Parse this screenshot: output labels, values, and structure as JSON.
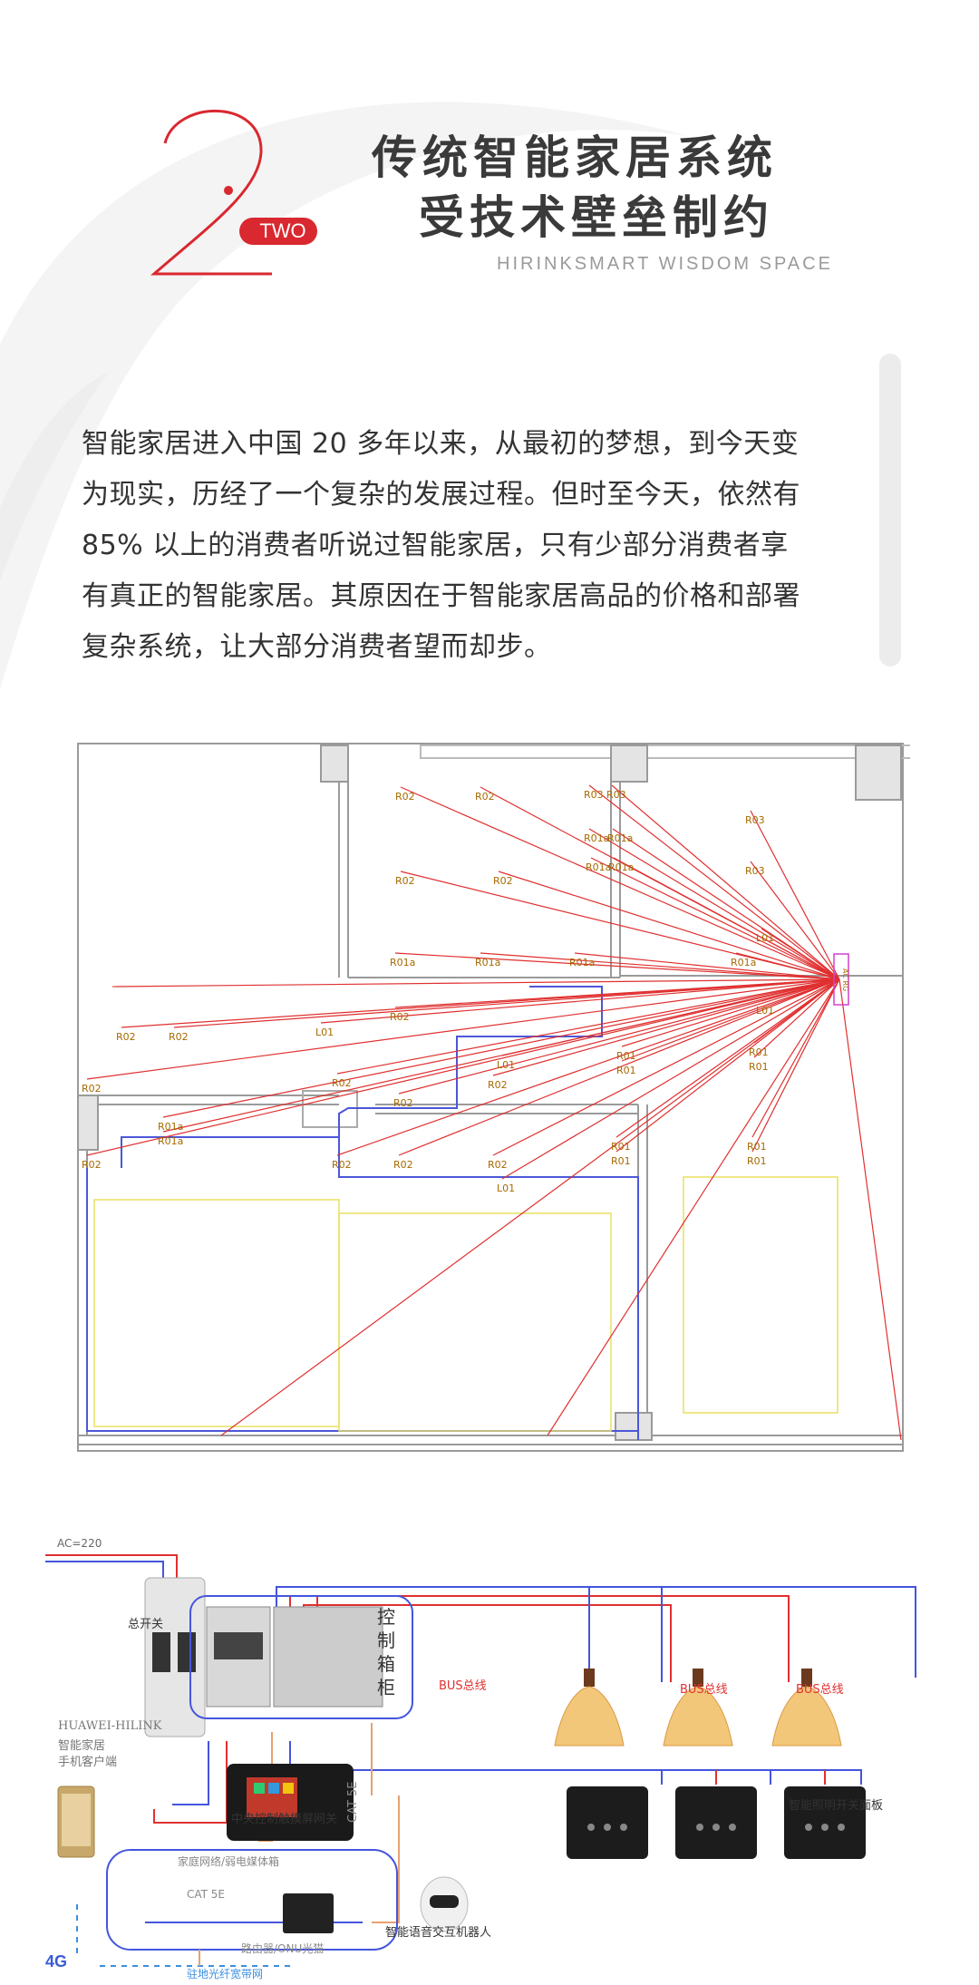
{
  "header": {
    "number": "2",
    "number_badge": "TWO",
    "title_line1": "传统智能家居系统",
    "title_line2": "受技术壁垒制约",
    "subtitle": "HIRINKSMART WISDOM SPACE"
  },
  "intro": {
    "paragraph": "智能家居进入中国 20 多年以来，从最初的梦想，到今天变为现实，历经了一个复杂的发展过程。但时至今天，依然有 85% 以上的消费者听说过智能家居，只有少部分消费者享有真正的智能家居。其原因在于智能家居高品的价格和部署复杂系统，让大部分消费者望而却步。"
  },
  "floorplan": {
    "labels": {
      "r02": "R02",
      "r01": "R01",
      "r01a": "R01a",
      "r03": "R03",
      "l01": "L01",
      "panel": "AC RG"
    },
    "colors": {
      "wire": "#e03030",
      "bus": "#4455dd",
      "label": "#a66a00",
      "wall": "#999999"
    }
  },
  "wiring": {
    "ac_label": "AC=220",
    "main_switch": "总开关",
    "cabinet_label": "控制箱柜",
    "bus_label": "BUS总线",
    "phone_label_line1": "HUAWEI-HILINK",
    "phone_label_line2": "智能家居",
    "phone_label_line3": "手机客户端",
    "gateway_label": "中央控制触摸屏网关",
    "cat5e_vertical": "CAT 5E",
    "home_network_label": "家庭网络/弱电媒体箱",
    "cat5e_horizontal": "CAT 5E",
    "router_label": "路由器/ONU光猫",
    "robot_label": "智能语音交互机器人",
    "switch_panel_label": "智能照明开关面板",
    "signal_label": "4G",
    "fiber_label": "驻地光纤宽带网"
  }
}
